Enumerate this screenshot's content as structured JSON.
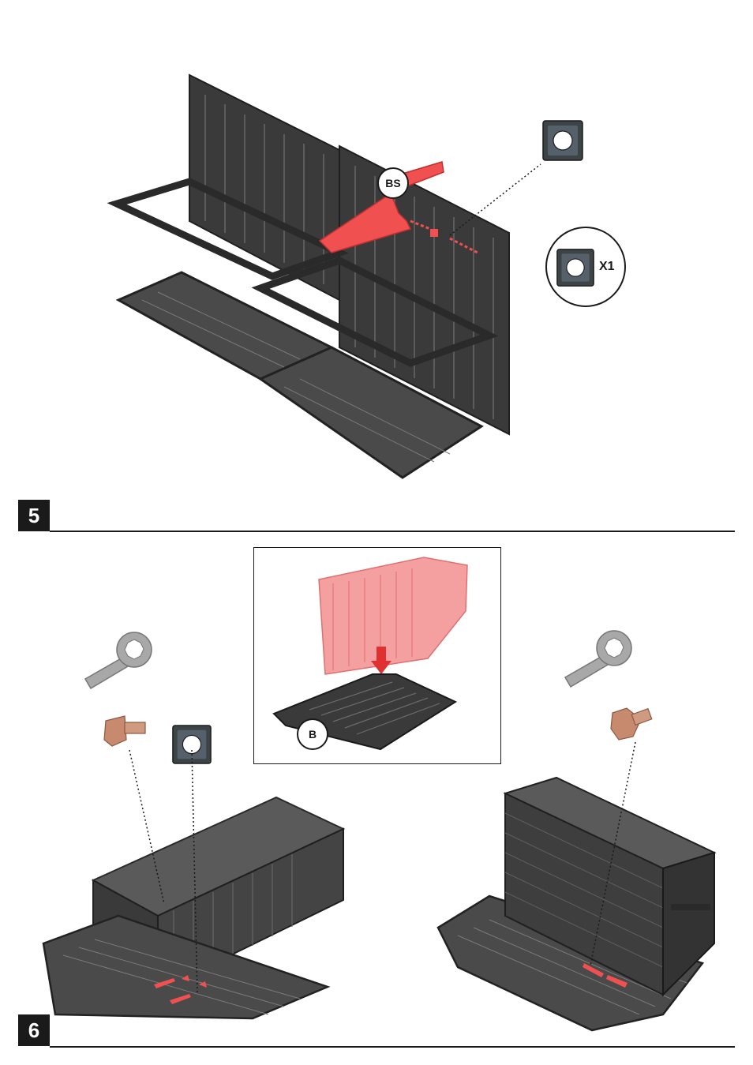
{
  "steps": [
    {
      "number": "5"
    },
    {
      "number": "6"
    }
  ],
  "parts": {
    "bs_label": "BS",
    "b_label": "B",
    "quantity_label": "X1"
  },
  "colors": {
    "frame": "#3a3a3a",
    "frame_dark": "#232323",
    "mesh": "#6a6a6a",
    "highlight": "#f05050",
    "highlight_light": "#f4a0a0",
    "bolt": "#c88a6e",
    "wrench": "#a8a8a8",
    "nut_outer": "#3c4446"
  },
  "icons": [
    "square-nut-icon",
    "wrench-icon",
    "bolt-icon",
    "arrow-down-icon"
  ]
}
